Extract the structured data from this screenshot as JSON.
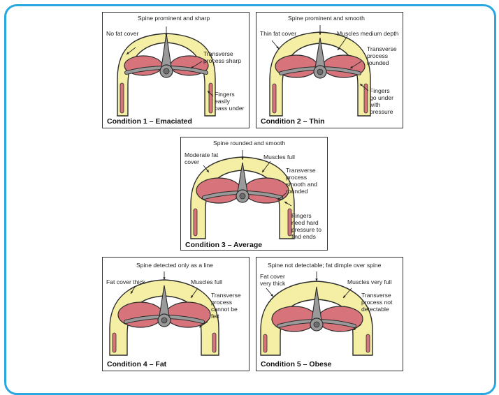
{
  "panels": [
    {
      "id": "c1",
      "title": "Condition 1 – Emaciated",
      "spine": "Spine prominent and sharp",
      "fat": "No fat cover",
      "process": "Transverse\nprocess sharp",
      "fingers": "Fingers\neasily\npass under"
    },
    {
      "id": "c2",
      "title": "Condition 2 – Thin",
      "spine": "Spine prominent and smooth",
      "fat": "Thin fat cover",
      "muscles": "Muscles medium depth",
      "process": "Transverse\nprocess\nrounded",
      "fingers": "Fingers\ngo under\nwith\npressure"
    },
    {
      "id": "c3",
      "title": "Condition 3 – Average",
      "spine": "Spine rounded and smooth",
      "fat": "Moderate fat\ncover",
      "muscles": "Muscles full",
      "process": "Transverse\nprocess\nsmooth and\nrounded",
      "fingers": "Fingers\nneed hard\npressure to\nfind ends"
    },
    {
      "id": "c4",
      "title": "Condition 4 – Fat",
      "spine": "Spine detected only as a line",
      "fat": "Fat cover thick",
      "muscles": "Muscles full",
      "process": "Transverse\nprocess\ncannot be\nfelt"
    },
    {
      "id": "c5",
      "title": "Condition 5 – Obese",
      "spine": "Spine not detectable; fat dimple over spine",
      "fat": "Fat cover\nvery thick",
      "muscles": "Muscles very full",
      "process": "Transverse\nprocess not\ndetectable"
    }
  ],
  "colors": {
    "border": "#29a7e1",
    "fat": "#f4efa4",
    "muscle": "#d7747b",
    "bone": "#9a9a9a",
    "outline": "#2b2b2b"
  }
}
